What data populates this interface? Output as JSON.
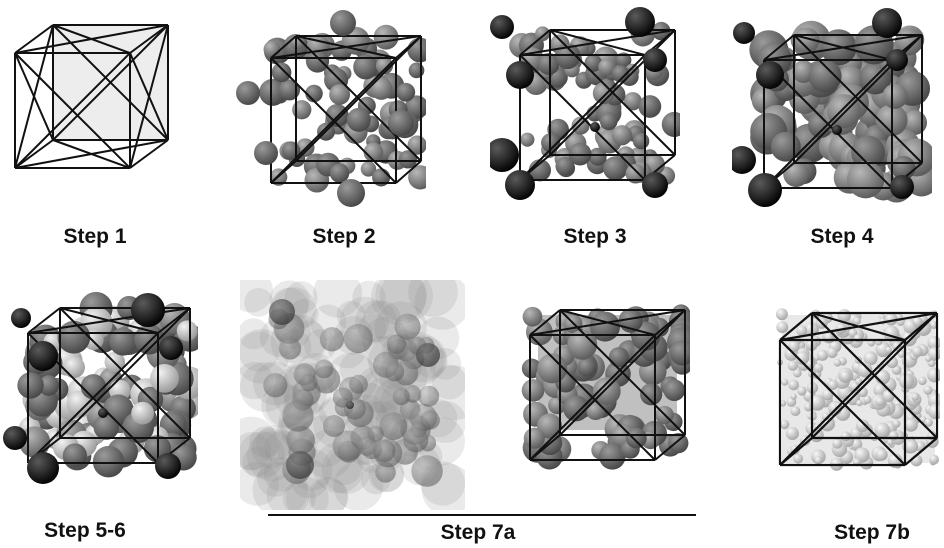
{
  "steps": [
    {
      "label": "Step 1"
    },
    {
      "label": "Step 2"
    },
    {
      "label": "Step 3"
    },
    {
      "label": "Step 4"
    },
    {
      "label": "Step 5-6"
    },
    {
      "label": "Step 7a"
    },
    {
      "label": "Step 7b"
    }
  ]
}
